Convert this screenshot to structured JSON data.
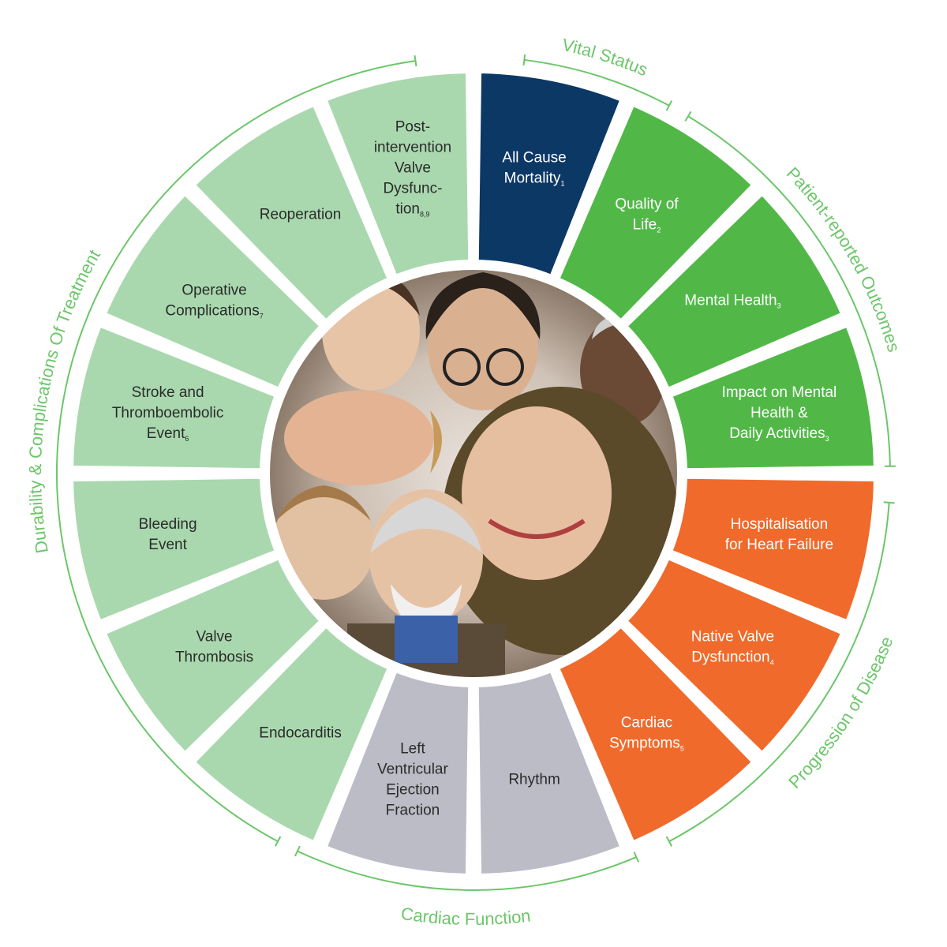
{
  "colors": {
    "dark_blue": "#0c3866",
    "green": "#51b848",
    "light_green": "#a9d8ae",
    "gray": "#bcbcc7",
    "orange": "#f06a2b",
    "group_line": "#6cc66a",
    "text_dark": "#2b2b2b",
    "text_light": "#ffffff"
  },
  "groups": [
    {
      "name": "Vital Status"
    },
    {
      "name": "Patient-reported Outcomes"
    },
    {
      "name": "Progression of Disease"
    },
    {
      "name": "Cardiac Function"
    },
    {
      "name": "Durability & Complications Of Treatment"
    }
  ],
  "segments": [
    {
      "lines": [
        "All Cause",
        "Mortality"
      ],
      "sub": "1",
      "color": "dark_blue",
      "text": "text_light"
    },
    {
      "lines": [
        "Quality of",
        "Life"
      ],
      "sub": "2",
      "color": "green",
      "text": "text_light"
    },
    {
      "lines": [
        "Mental Health"
      ],
      "sub": "3",
      "color": "green",
      "text": "text_light"
    },
    {
      "lines": [
        "Impact on Mental",
        "Health &",
        "Daily Activities"
      ],
      "sub": "3",
      "color": "green",
      "text": "text_light"
    },
    {
      "lines": [
        "Hospitalisation",
        "for Heart Failure"
      ],
      "sub": "",
      "color": "orange",
      "text": "text_light"
    },
    {
      "lines": [
        "Native Valve",
        "Dysfunction"
      ],
      "sub": "4",
      "color": "orange",
      "text": "text_light"
    },
    {
      "lines": [
        "Cardiac",
        "Symptoms"
      ],
      "sub": "5",
      "color": "orange",
      "text": "text_light"
    },
    {
      "lines": [
        "Rhythm"
      ],
      "sub": "",
      "color": "gray",
      "text": "text_dark"
    },
    {
      "lines": [
        "Left",
        "Ventricular",
        "Ejection",
        "Fraction"
      ],
      "sub": "",
      "color": "gray",
      "text": "text_dark"
    },
    {
      "lines": [
        "Endocarditis"
      ],
      "sub": "",
      "color": "light_green",
      "text": "text_dark"
    },
    {
      "lines": [
        "Valve",
        "Thrombosis"
      ],
      "sub": "",
      "color": "light_green",
      "text": "text_dark"
    },
    {
      "lines": [
        "Bleeding",
        "Event"
      ],
      "sub": "",
      "color": "light_green",
      "text": "text_dark"
    },
    {
      "lines": [
        "Stroke and",
        "Thromboembolic",
        "Event"
      ],
      "sub": "6",
      "color": "light_green",
      "text": "text_dark"
    },
    {
      "lines": [
        "Operative",
        "Complications"
      ],
      "sub": "7",
      "color": "light_green",
      "text": "text_dark"
    },
    {
      "lines": [
        "Reoperation"
      ],
      "sub": "",
      "color": "light_green",
      "text": "text_dark"
    },
    {
      "lines": [
        "Post-",
        "intervention",
        "Valve",
        "Dysfunc-",
        "tion"
      ],
      "sub": "8,9",
      "color": "light_green",
      "text": "text_dark"
    }
  ]
}
